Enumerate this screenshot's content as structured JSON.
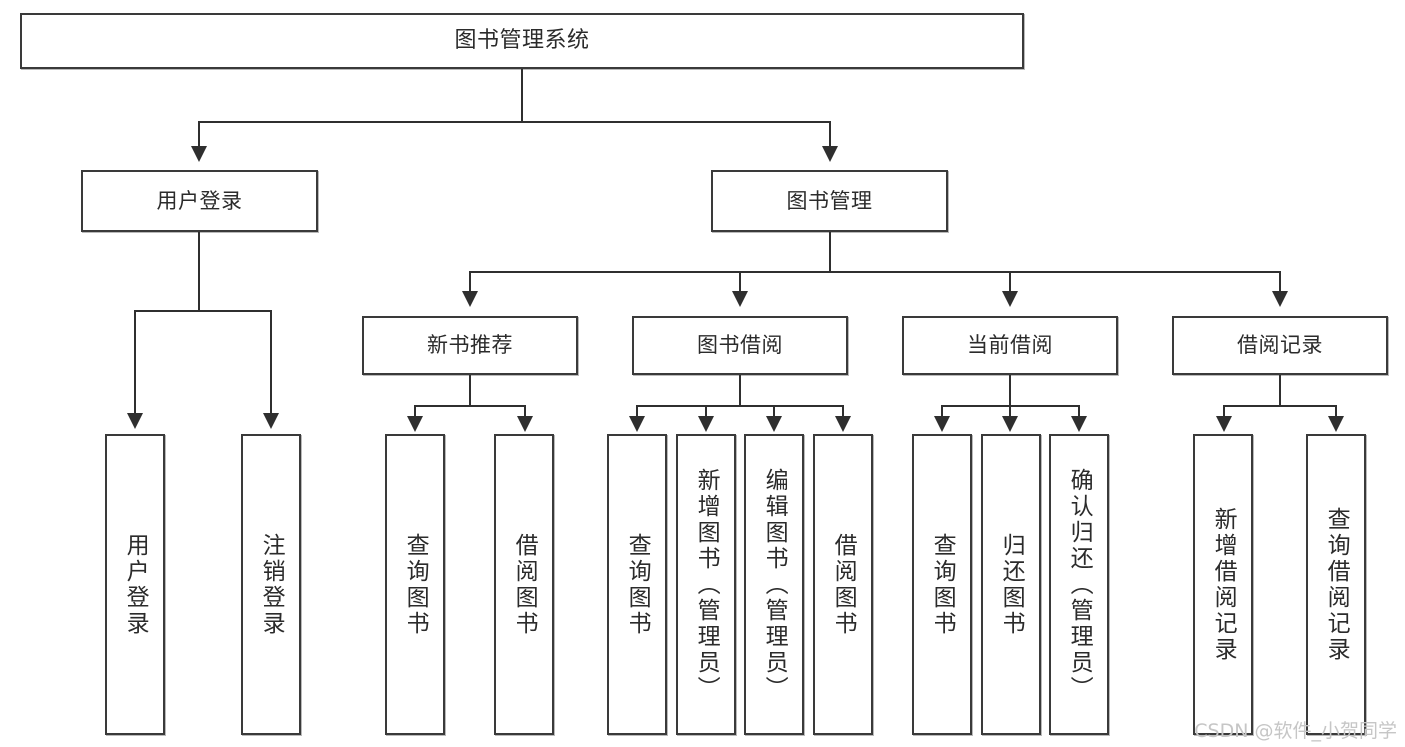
{
  "diagram": {
    "type": "tree",
    "title": "图书管理系统",
    "root": {
      "id": "root",
      "label": "图书管理系统"
    },
    "level2": [
      {
        "id": "user-login",
        "label": "用户登录"
      },
      {
        "id": "book-manage",
        "label": "图书管理"
      }
    ],
    "level3": [
      {
        "id": "new-book-rec",
        "label": "新书推荐",
        "parent": "book-manage"
      },
      {
        "id": "book-borrow",
        "label": "图书借阅",
        "parent": "book-manage"
      },
      {
        "id": "current-borrow",
        "label": "当前借阅",
        "parent": "book-manage"
      },
      {
        "id": "borrow-record",
        "label": "借阅记录",
        "parent": "book-manage"
      }
    ],
    "leaves": {
      "user_login": [
        {
          "id": "leaf-user-login",
          "label": "用户登录"
        },
        {
          "id": "leaf-logout",
          "label": "注销登录"
        }
      ],
      "new_book_rec": [
        {
          "id": "leaf-query-book-1",
          "label": "查询图书"
        },
        {
          "id": "leaf-borrow-book-1",
          "label": "借阅图书"
        }
      ],
      "book_borrow": [
        {
          "id": "leaf-query-book-2",
          "label": "查询图书"
        },
        {
          "id": "leaf-add-book",
          "label": "新增图书（管理员）"
        },
        {
          "id": "leaf-edit-book",
          "label": "编辑图书（管理员）"
        },
        {
          "id": "leaf-borrow-book-2",
          "label": "借阅图书"
        }
      ],
      "current_borrow": [
        {
          "id": "leaf-query-book-3",
          "label": "查询图书"
        },
        {
          "id": "leaf-return-book",
          "label": "归还图书"
        },
        {
          "id": "leaf-confirm-return",
          "label": "确认归还（管理员）"
        }
      ],
      "borrow_record": [
        {
          "id": "leaf-add-record",
          "label": "新增借阅记录"
        },
        {
          "id": "leaf-query-record",
          "label": "查询借阅记录"
        }
      ]
    }
  },
  "colors": {
    "box_border": "#3a3a3a",
    "connector": "#2f2f2f",
    "text": "#2b2b2b",
    "background": "#ffffff",
    "watermark": "#c6c6c6"
  },
  "watermark": {
    "text": "CSDN @软件_小贺同学"
  }
}
